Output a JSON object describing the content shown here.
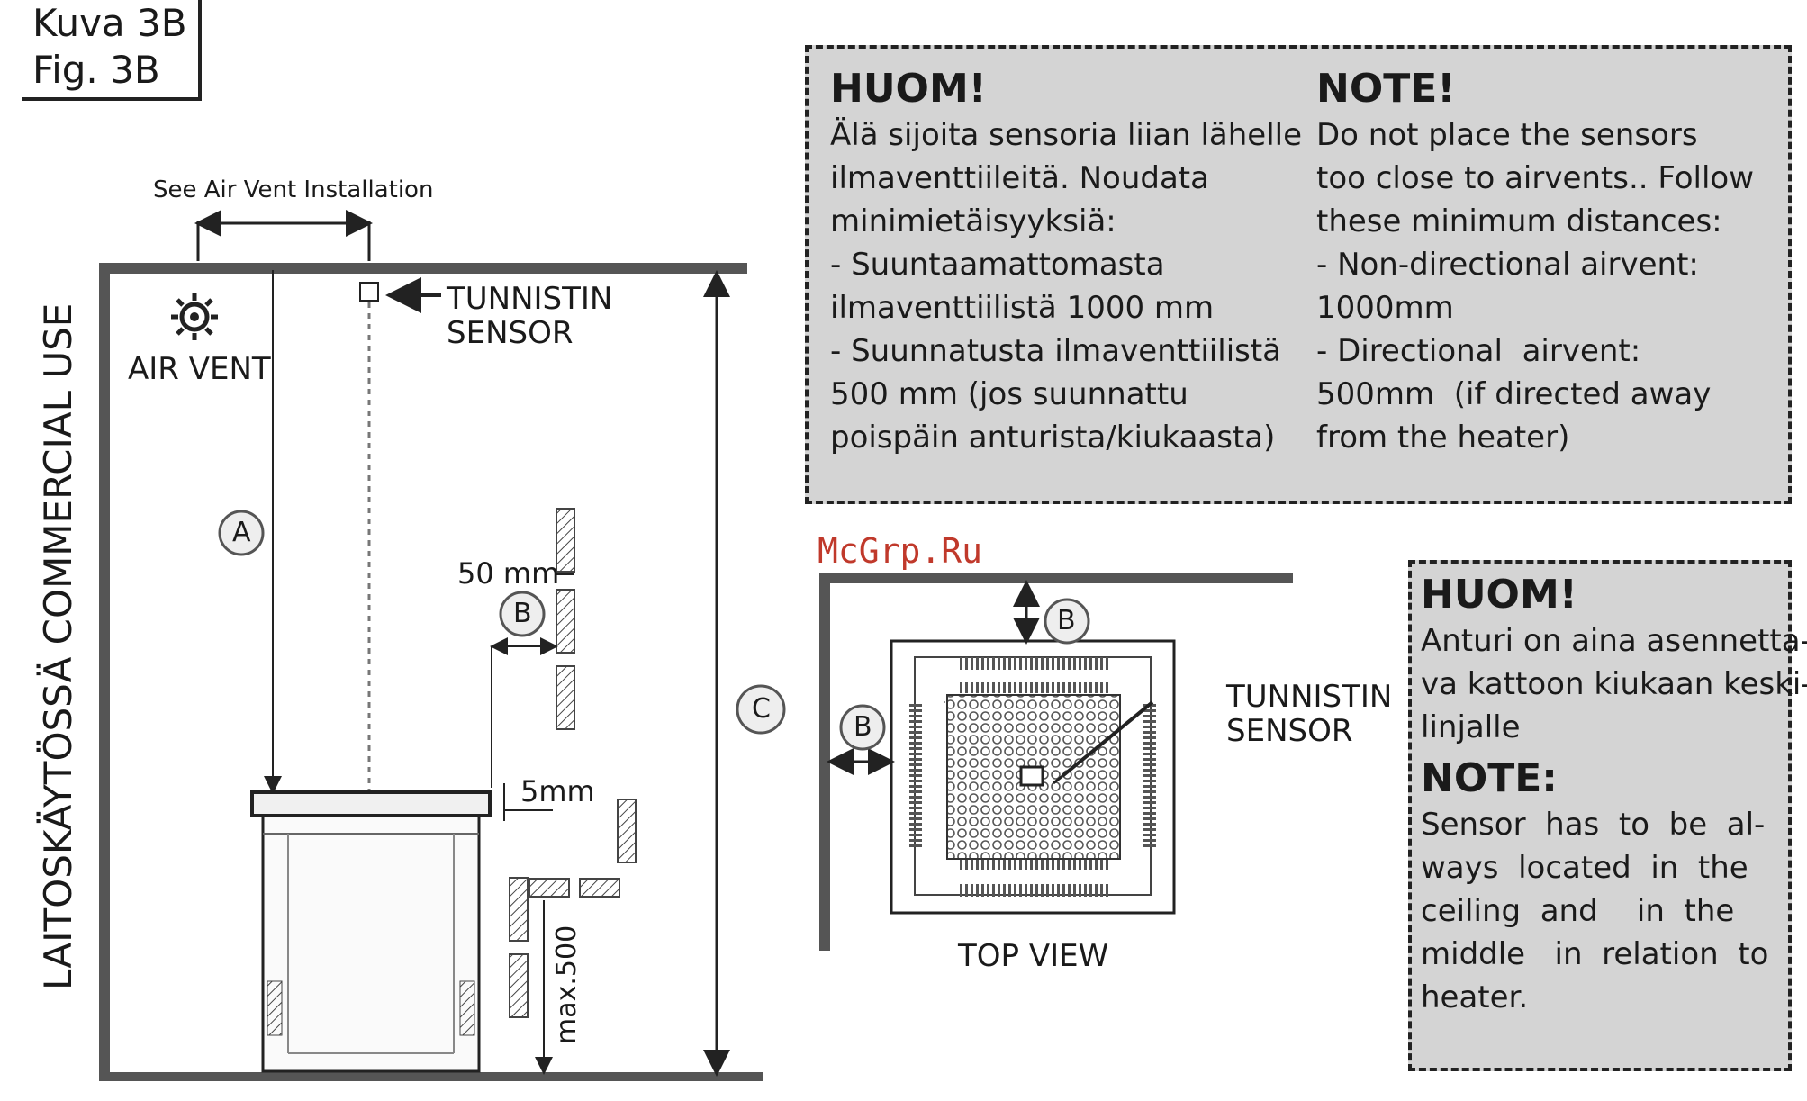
{
  "figure": {
    "kuva": "Kuva 3B",
    "fig": "Fig. 3B"
  },
  "side_view": {
    "side_label": "LAITOSKÄYTÖSSÄ COMMERCIAL USE",
    "air_vent_install": "See Air Vent Installation",
    "sensor_label_fi": "TUNNISTIN",
    "sensor_label_en": "SENSOR",
    "air_vent_label": "AIR VENT",
    "dim_a": "A",
    "dim_b": "B",
    "dim_c": "C",
    "dim_50mm": "50 mm",
    "dim_5mm": "5mm",
    "dim_max500": "max.500"
  },
  "note_top": {
    "fi_heading": "HUOM!",
    "fi_lines": [
      "Älä sijoita sensoria liian lähelle",
      "ilmaventtiileitä. Noudata",
      "minimietäisyyksiä:",
      "- Suuntaamattomasta",
      "ilmaventtiilistä 1000 mm",
      "- Suunnatusta ilmaventtiilistä",
      "500 mm (jos suunnattu",
      "poispäin anturista/kiukaasta)"
    ],
    "en_heading": "NOTE!",
    "en_lines": [
      "Do not place the sensors",
      "too close to airvents.. Follow",
      "these minimum distances:",
      "- Non-directional airvent:",
      "1000mm",
      "- Directional  airvent:",
      "500mm  (if directed away",
      "from the heater)"
    ]
  },
  "top_view": {
    "label": "TOP VIEW",
    "sensor_label_fi": "TUNNISTIN",
    "sensor_label_en": "SENSOR",
    "dim_b_top": "B",
    "dim_b_left": "B"
  },
  "note_bottom": {
    "fi_heading": "HUOM!",
    "fi_lines": [
      "Anturi on aina asennetta-",
      "va kattoon kiukaan keski-",
      "linjalle"
    ],
    "en_heading": "NOTE:",
    "en_lines": [
      "Sensor  has  to  be  al-",
      "ways  located  in  the",
      "ceiling  and    in  the",
      "middle   in  relation  to",
      "heater."
    ]
  },
  "watermark": "McGrp.Ru"
}
